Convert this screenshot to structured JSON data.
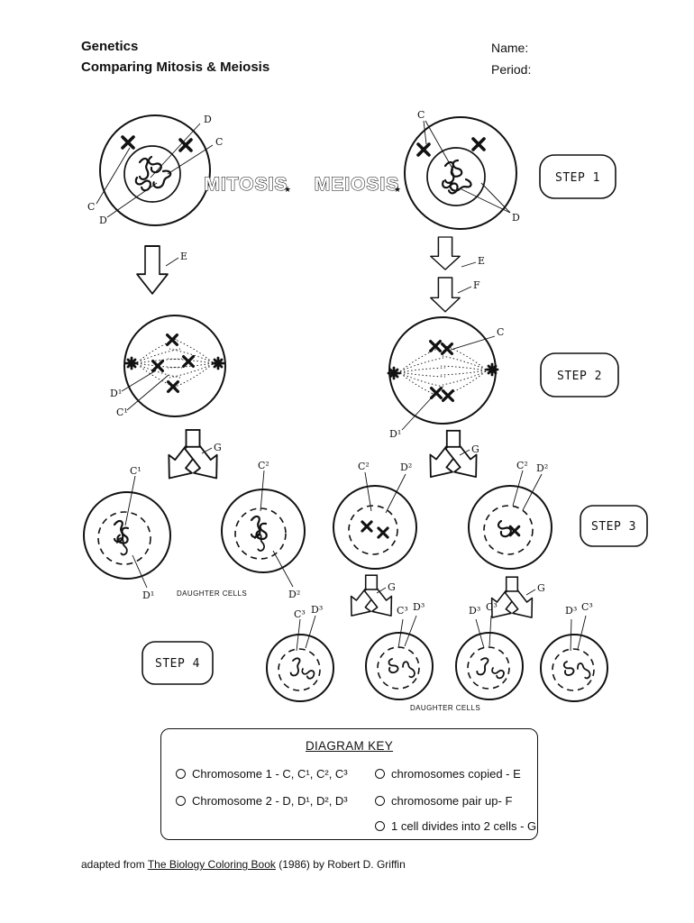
{
  "page": {
    "title_line1": "Genetics",
    "title_line2": "Comparing Mitosis & Meiosis",
    "name_label": "Name:",
    "period_label": "Period:"
  },
  "diagram": {
    "mitosis_title": "MITOSIS",
    "meiosis_title": "MEIOSIS",
    "star": "★",
    "steps": [
      "STEP 1",
      "STEP 2",
      "STEP 3",
      "STEP 4"
    ],
    "labels": {
      "c": "C",
      "d": "D",
      "c1": "C¹",
      "d1": "D¹",
      "c2": "C²",
      "d2": "D²",
      "c3": "C³",
      "d3": "D³",
      "e": "E",
      "f": "F",
      "g": "G",
      "daughter_cells": "DAUGHTER CELLS"
    }
  },
  "key": {
    "title": "DIAGRAM KEY",
    "left_items": [
      "Chromosome 1 - C, C¹, C², C³",
      "Chromosome 2 - D, D¹, D², D³"
    ],
    "right_items": [
      "chromosomes copied - E",
      "chromosome pair up- F",
      "1 cell divides into 2 cells - G"
    ]
  },
  "footer": {
    "prefix": "adapted from ",
    "book": "The Biology Coloring Book",
    "suffix": " (1986) by Robert D. Griffin"
  }
}
